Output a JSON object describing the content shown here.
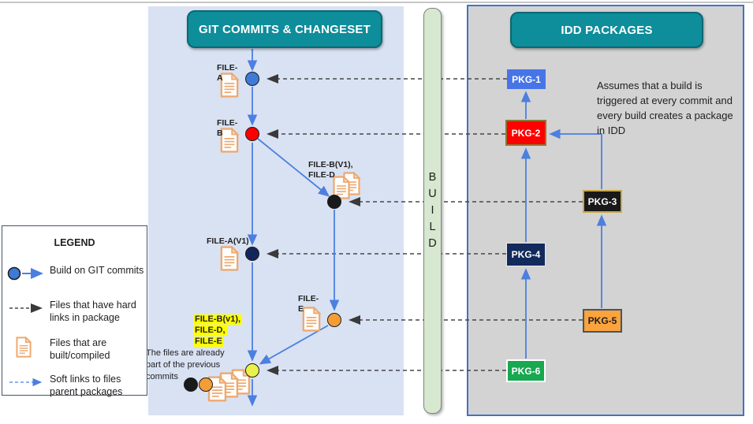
{
  "left_panel": {
    "title": "GIT COMMITS & CHANGESET",
    "commits": [
      {
        "id": "commit-1",
        "label": "FILE-\nA",
        "color": "#3F7AD6"
      },
      {
        "id": "commit-2",
        "label": "FILE-\nB",
        "color": "#FE0000"
      },
      {
        "id": "commit-3",
        "label": "FILE-B(V1),\nFILE-D",
        "color": "#1A1A1A"
      },
      {
        "id": "commit-4",
        "label": "FILE-A(V1)",
        "color": "#13265B"
      },
      {
        "id": "commit-5",
        "label": "FILE-\nE",
        "color": "#F49D37"
      },
      {
        "id": "commit-6",
        "label": "",
        "color": "#E9F24A"
      }
    ],
    "highlight_labels": [
      "FILE-B(v1),",
      "FILE-D,",
      "FILE-E"
    ],
    "bottom_note": "The  files are already\npart of the previous\ncommits",
    "bottom_dots": [
      {
        "color": "#1A1A1A"
      },
      {
        "color": "#F49D37"
      }
    ]
  },
  "build_bar": {
    "label": "B\nU\nI\nL\nD"
  },
  "right_panel": {
    "title": "IDD PACKAGES",
    "note": "Assumes that a build is\ntriggered at every commit and\nevery build creates a package\nin IDD",
    "packages": [
      {
        "label": "PKG-1",
        "bg": "#4775E7",
        "fg": "#FFFFFF"
      },
      {
        "label": "PKG-2",
        "bg": "#FE0000",
        "fg": "#FFFFFF"
      },
      {
        "label": "PKG-3",
        "bg": "#191919",
        "fg": "#FFFFFF"
      },
      {
        "label": "PKG-4",
        "bg": "#132A5C",
        "fg": "#FFFFFF"
      },
      {
        "label": "PKG-5",
        "bg": "#FBA33C",
        "fg": "#1F1F1F"
      },
      {
        "label": "PKG-6",
        "bg": "#17A850",
        "fg": "#FFFFFF"
      }
    ]
  },
  "legend": {
    "title": "LEGEND",
    "items": [
      {
        "label": "Build on GIT commits",
        "marker": "commit-build-arrow"
      },
      {
        "label": "Files that have hard links in package",
        "marker": "hard-link-dashed-arrow"
      },
      {
        "label": "Files that are built/compiled",
        "marker": "document-icon"
      },
      {
        "label": "Soft links to files parent packages",
        "marker": "soft-link-dashed-arrow"
      }
    ]
  },
  "colors": {
    "left_panel_bg": "#D9E2F3",
    "right_panel_bg": "#D3D3D3",
    "right_panel_border": "#4472C4",
    "header_teal": "#0E8D9B",
    "build_bar_green": "#D6E8D0",
    "commit_line_blue": "#4C7FE0",
    "hard_link_gray": "#474747",
    "highlight_yellow": "#FFFF00",
    "doc_icon_orange": "#EDA96F"
  }
}
